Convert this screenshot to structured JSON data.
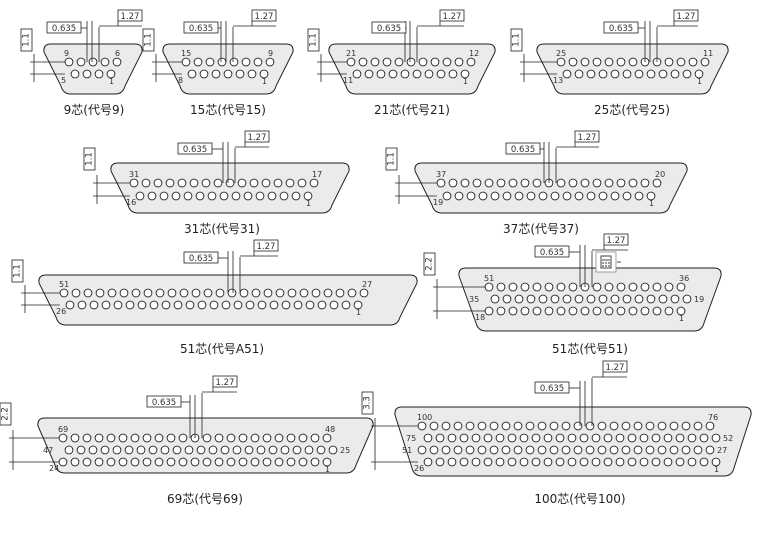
{
  "dimensions": {
    "pitch_small": "0.635",
    "pitch_large": "1.27",
    "row_1": "1.1",
    "row_2": "2.2",
    "row_3": "3.3"
  },
  "connectors": [
    {
      "caption": "9芯(代号9)",
      "rows": [
        5,
        4
      ],
      "labels": {
        "tl": "9",
        "tr": "6",
        "bl": "5",
        "br": "1"
      }
    },
    {
      "caption": "15芯(代号15)",
      "rows": [
        8,
        7
      ],
      "labels": {
        "tl": "15",
        "tr": "9",
        "bl": "8",
        "br": "1"
      }
    },
    {
      "caption": "21芯(代号21)",
      "rows": [
        11,
        10
      ],
      "labels": {
        "tl": "21",
        "tr": "12",
        "bl": "11",
        "br": "1"
      }
    },
    {
      "caption": "25芯(代号25)",
      "rows": [
        13,
        12
      ],
      "labels": {
        "tl": "25",
        "tr": "11",
        "bl": "13",
        "br": "1"
      }
    },
    {
      "caption": "31芯(代号31)",
      "rows": [
        16,
        15
      ],
      "labels": {
        "tl": "31",
        "tr": "17",
        "bl": "16",
        "br": "1"
      }
    },
    {
      "caption": "37芯(代号37)",
      "rows": [
        19,
        18
      ],
      "labels": {
        "tl": "37",
        "tr": "20",
        "bl": "19",
        "br": "1"
      }
    },
    {
      "caption": "51芯(代号A51)",
      "rows": [
        26,
        25
      ],
      "labels": {
        "tl": "51",
        "tr": "27",
        "bl": "26",
        "br": "1"
      }
    },
    {
      "caption": "51芯(代号51)",
      "rows": [
        17,
        17,
        17
      ],
      "labels": {
        "tl": "51",
        "tr": "36",
        "ml": "35",
        "mr": "19",
        "bl": "18",
        "br": "1"
      }
    },
    {
      "caption": "69芯(代号69)",
      "rows": [
        23,
        23,
        23
      ],
      "labels": {
        "tl": "69",
        "tr": "48",
        "ml": "47",
        "mr": "25",
        "bl": "24",
        "br": "1"
      }
    },
    {
      "caption": "100芯(代号100)",
      "rows": [
        25,
        25,
        25,
        25
      ],
      "labels": {
        "tl": "100",
        "tr": "76",
        "m1l": "75",
        "m1r": "52",
        "m2l": "51",
        "m2r": "27",
        "bl": "26",
        "br": "1"
      }
    }
  ],
  "icons": {
    "calculator": "calculator-icon"
  }
}
